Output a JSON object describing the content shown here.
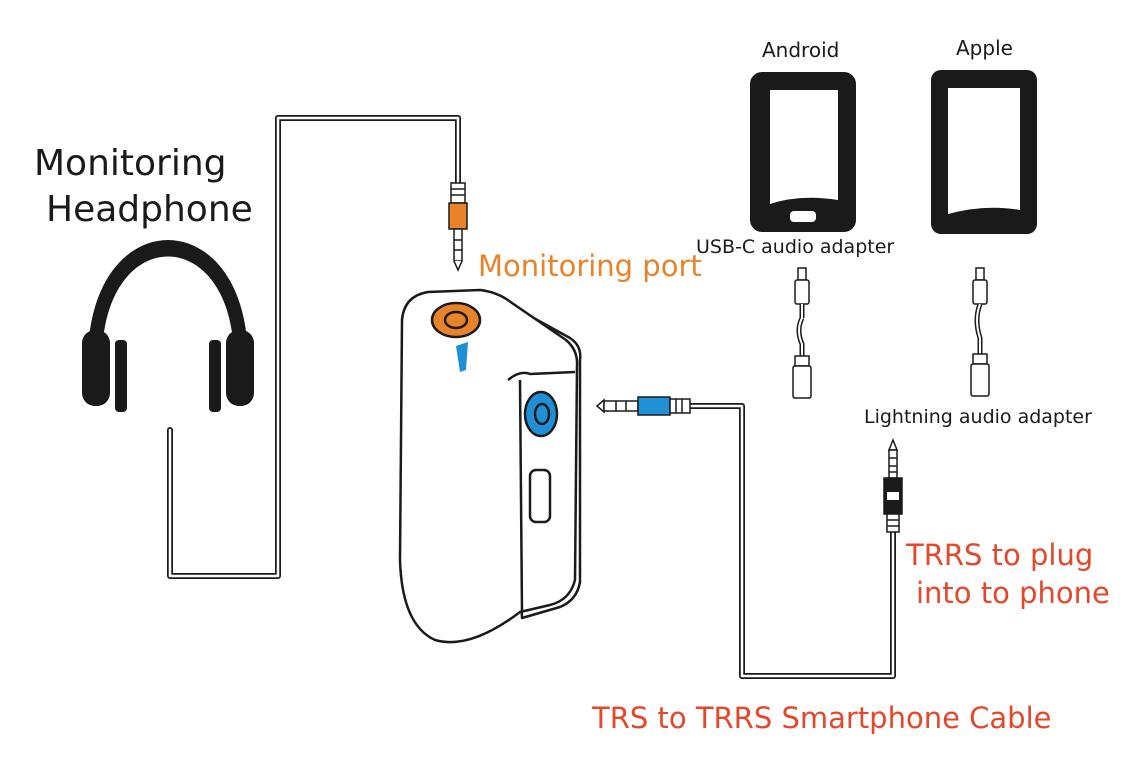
{
  "labels": {
    "monitoring_headphone_line1": "Monitoring",
    "monitoring_headphone_line2": "Headphone",
    "monitoring_port": "Monitoring port",
    "android": "Android",
    "apple": "Apple",
    "usbc_adapter": "USB-C audio adapter",
    "lightning_adapter": "Lightning audio adapter",
    "trrs_plug_line1": "TRRS to plug",
    "trrs_plug_line2": "into to phone",
    "cable_caption": "TRS to TRRS Smartphone Cable"
  },
  "colors": {
    "orange": "#e8832a",
    "blue": "#1f8fd6",
    "red": "#e2482b",
    "ink": "#1a1a1a"
  }
}
